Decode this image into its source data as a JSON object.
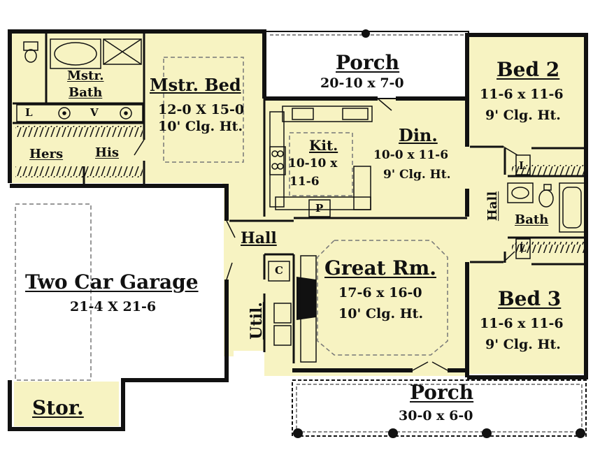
{
  "rooms": {
    "master_bath": {
      "name_line1": "Mstr.",
      "name_line2": "Bath"
    },
    "master_bed": {
      "name": "Mstr. Bed",
      "size": "12-0 X 15-0",
      "ceiling": "10' Clg. Ht."
    },
    "closet_hers": {
      "name": "Hers"
    },
    "closet_his": {
      "name": "His"
    },
    "vanity": {
      "left": "L",
      "middle": "V"
    },
    "porch_top": {
      "name": "Porch",
      "size": "20-10 x 7-0"
    },
    "kitchen": {
      "name": "Kit.",
      "size_line1": "10-10 x",
      "size_line2": "11-6",
      "pantry": "P"
    },
    "dining": {
      "name": "Din.",
      "size": "10-0 x 11-6",
      "ceiling": "9' Clg. Ht."
    },
    "bed2": {
      "name": "Bed 2",
      "size": "11-6 x 11-6",
      "ceiling": "9' Clg. Ht."
    },
    "bed3": {
      "name": "Bed 3",
      "size": "11-6 x 11-6",
      "ceiling": "9' Clg. Ht."
    },
    "bath": {
      "name": "Bath",
      "linen1": "L",
      "linen2": "L"
    },
    "hall_right": {
      "name": "Hall"
    },
    "hall_left": {
      "name": "Hall"
    },
    "garage": {
      "name": "Two Car Garage",
      "size": "21-4 X 21-6"
    },
    "storage": {
      "name": "Stor."
    },
    "utility": {
      "name": "Util.",
      "closet": "C"
    },
    "great_room": {
      "name": "Great Rm.",
      "size": "17-6 x 16-0",
      "ceiling": "10' Clg. Ht."
    },
    "porch_bottom": {
      "name": "Porch",
      "size": "30-0 x 6-0"
    }
  },
  "colors": {
    "floor": "#f7f3c2",
    "wall": "#111111",
    "garage_floor": "#ffffff"
  }
}
